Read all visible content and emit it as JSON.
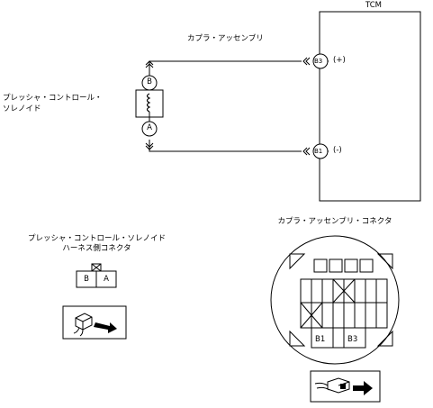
{
  "tcm": {
    "title": "TCM"
  },
  "wiring": {
    "coupler_assembly_label": "カプラ・アッセンブリ",
    "tcm_pin_positive": {
      "pin": "B3",
      "polarity": "(+)"
    },
    "tcm_pin_negative": {
      "pin": "B1",
      "polarity": "(-)"
    },
    "solenoid_label_line1": "プレッシャ・コントロール・",
    "solenoid_label_line2": "ソレノイド",
    "solenoid_pin_top": "B",
    "solenoid_pin_bottom": "A"
  },
  "harness_connector": {
    "title_line1": "プレッシャ・コントロール・ソレノイド",
    "title_line2": "ハーネス側コネクタ",
    "pins": [
      "B",
      "A"
    ]
  },
  "coupler_connector": {
    "title": "カプラ・アッセンブリ・コネクタ",
    "pin_b1": "B1",
    "pin_b3": "B3"
  },
  "icons": [
    "connector-view-arrow-icon",
    "connector-plug-arrow-icon"
  ]
}
